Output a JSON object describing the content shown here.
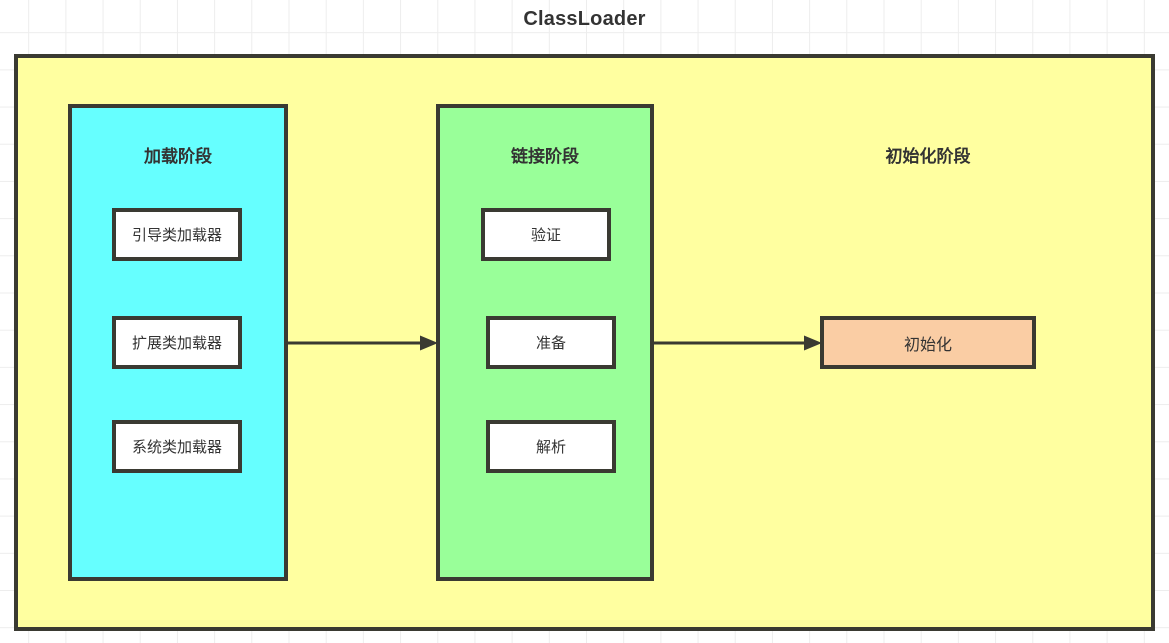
{
  "diagram": {
    "title": "ClassLoader",
    "colors": {
      "container_fill": "#ffffa0",
      "loading_fill": "#66ffff",
      "linking_fill": "#99ff99",
      "initialization_fill": "#facda4",
      "item_fill": "#ffffff",
      "stroke": "#3a3a32",
      "text": "#333333",
      "grid_line": "#ededed",
      "page_background": "#ffffff"
    },
    "phases": [
      {
        "id": "loading",
        "title": "加载阶段",
        "items": [
          {
            "label": "引导类加载器"
          },
          {
            "label": "扩展类加载器"
          },
          {
            "label": "系统类加载器"
          }
        ]
      },
      {
        "id": "linking",
        "title": "链接阶段",
        "items": [
          {
            "label": "验证"
          },
          {
            "label": "准备"
          },
          {
            "label": "解析"
          }
        ]
      },
      {
        "id": "initialization",
        "title": "初始化阶段",
        "items": [
          {
            "label": "初始化"
          }
        ]
      }
    ],
    "arrows": [
      {
        "id": "loading-to-linking",
        "from": "loading",
        "to": "linking"
      },
      {
        "id": "linking-to-init",
        "from": "linking",
        "to": "initialization"
      }
    ]
  }
}
